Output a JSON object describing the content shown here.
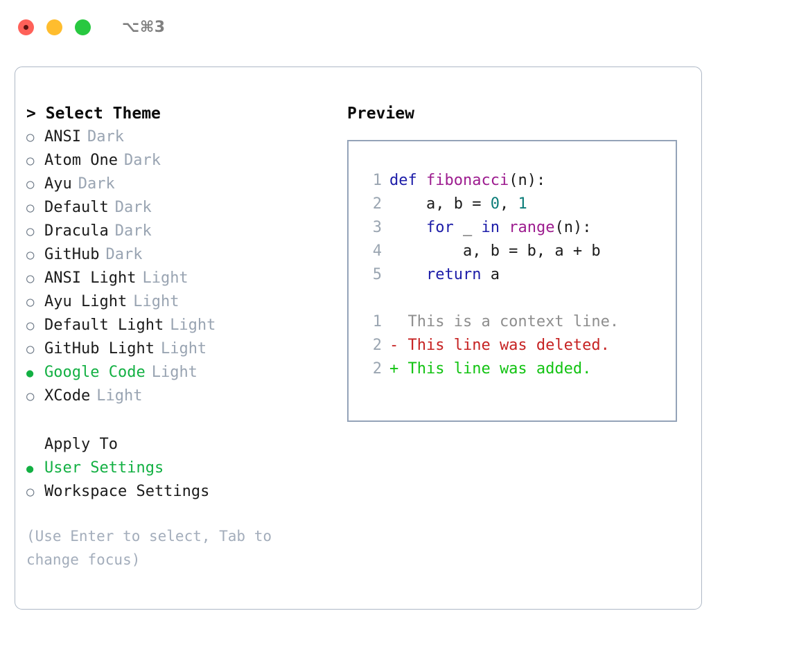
{
  "titlebar": {
    "shortcut": "⌥⌘3",
    "buttons": [
      {
        "name": "close",
        "color": "#ff6159"
      },
      {
        "name": "minimize",
        "color": "#ffbd2e"
      },
      {
        "name": "maximize",
        "color": "#28c840"
      }
    ]
  },
  "theme_picker": {
    "caret": ">",
    "title": "Select Theme",
    "bullet_selected": "●",
    "bullet_unselected": "○",
    "accent_color": "#13b043",
    "items": [
      {
        "label": "ANSI",
        "tag": "Dark",
        "selected": false
      },
      {
        "label": "Atom One",
        "tag": "Dark",
        "selected": false
      },
      {
        "label": "Ayu",
        "tag": "Dark",
        "selected": false
      },
      {
        "label": "Default",
        "tag": "Dark",
        "selected": false
      },
      {
        "label": "Dracula",
        "tag": "Dark",
        "selected": false
      },
      {
        "label": "GitHub",
        "tag": "Dark",
        "selected": false
      },
      {
        "label": "ANSI Light",
        "tag": "Light",
        "selected": false
      },
      {
        "label": "Ayu Light",
        "tag": "Light",
        "selected": false
      },
      {
        "label": "Default Light",
        "tag": "Light",
        "selected": false
      },
      {
        "label": "GitHub Light",
        "tag": "Light",
        "selected": false
      },
      {
        "label": "Google Code",
        "tag": "Light",
        "selected": true
      },
      {
        "label": "XCode",
        "tag": "Light",
        "selected": false
      }
    ]
  },
  "apply_to": {
    "title": "Apply To",
    "items": [
      {
        "label": "User Settings",
        "selected": true
      },
      {
        "label": "Workspace Settings",
        "selected": false
      }
    ]
  },
  "hint": "(Use Enter to select, Tab to change focus)",
  "preview": {
    "title": "Preview",
    "code_lines": [
      {
        "num": "1",
        "tokens": [
          {
            "t": "def ",
            "c": "kw"
          },
          {
            "t": "fibonacci",
            "c": "fn"
          },
          {
            "t": "(n):",
            "c": "pl"
          }
        ]
      },
      {
        "num": "2",
        "tokens": [
          {
            "t": "    a, b = ",
            "c": "pl"
          },
          {
            "t": "0",
            "c": "num"
          },
          {
            "t": ", ",
            "c": "pl"
          },
          {
            "t": "1",
            "c": "num"
          }
        ]
      },
      {
        "num": "3",
        "tokens": [
          {
            "t": "    ",
            "c": "pl"
          },
          {
            "t": "for",
            "c": "kw"
          },
          {
            "t": " _ ",
            "c": "pl"
          },
          {
            "t": "in",
            "c": "kw"
          },
          {
            "t": " ",
            "c": "pl"
          },
          {
            "t": "range",
            "c": "fn"
          },
          {
            "t": "(n):",
            "c": "pl"
          }
        ]
      },
      {
        "num": "4",
        "tokens": [
          {
            "t": "        a, b = b, a + b",
            "c": "pl"
          }
        ]
      },
      {
        "num": "5",
        "tokens": [
          {
            "t": "    ",
            "c": "pl"
          },
          {
            "t": "return",
            "c": "kw"
          },
          {
            "t": " a",
            "c": "pl"
          }
        ]
      }
    ],
    "diff_lines": [
      {
        "num": "1",
        "marker": "  ",
        "text": "This is a context line.",
        "kind": "ctx"
      },
      {
        "num": "2",
        "marker": "- ",
        "text": "This line was deleted.",
        "kind": "del"
      },
      {
        "num": "2",
        "marker": "+ ",
        "text": "This line was added.",
        "kind": "add"
      }
    ],
    "colors": {
      "keyword": "#1c1ca8",
      "function": "#9d1c8f",
      "number": "#0b7c78",
      "plain": "#1b1b1b",
      "line_number": "#9aa5b1",
      "diff_context": "#8e8e8e",
      "diff_deleted": "#c62222",
      "diff_added": "#12c312"
    }
  }
}
